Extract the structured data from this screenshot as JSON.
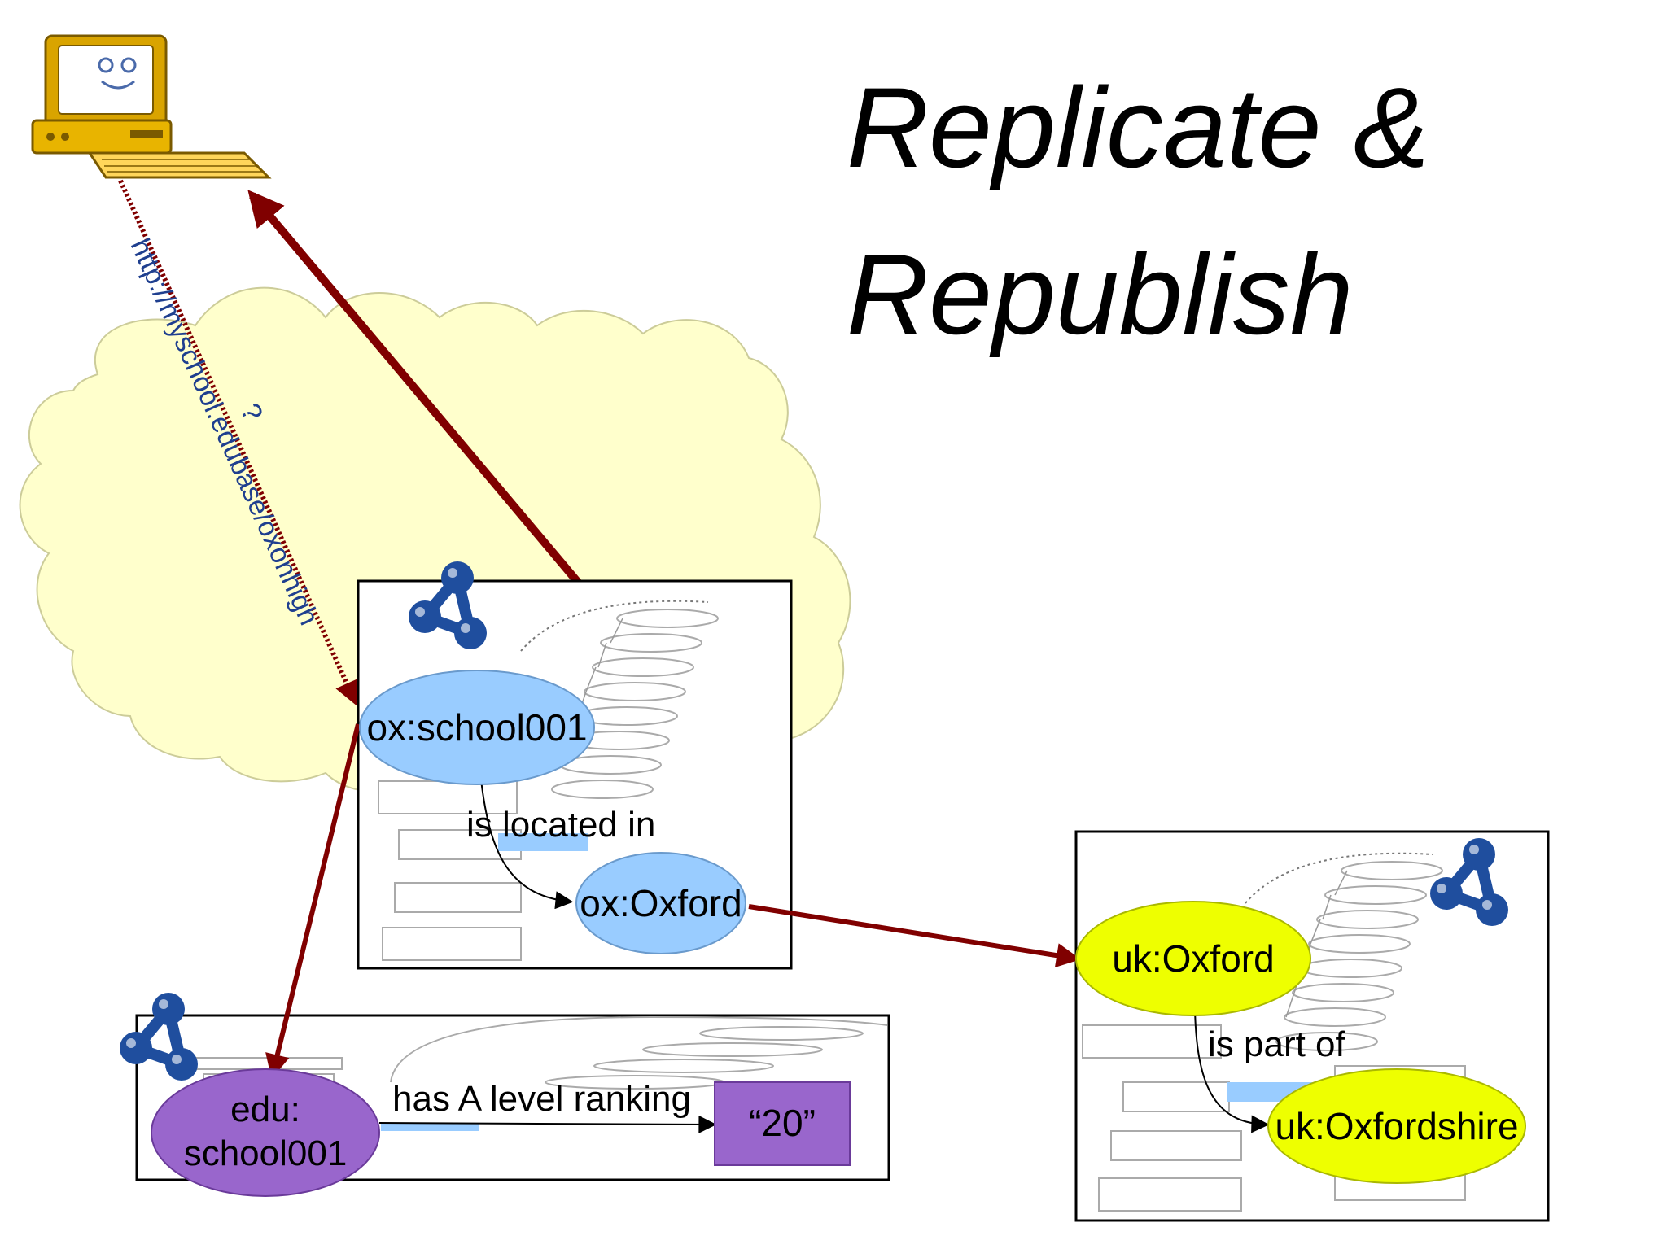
{
  "title": {
    "line1": "Replicate &",
    "line2": "Republish"
  },
  "url_label": {
    "line1": "http://myschool.edubase/oxonhigh",
    "line2": "?"
  },
  "nodes": {
    "ox_school": "ox:school001",
    "ox_oxford": "ox:Oxford",
    "edu_school": {
      "line1": "edu:",
      "line2": "school001"
    },
    "value_20": "“20”",
    "uk_oxford": "uk:Oxford",
    "uk_oxfordshire": "uk:Oxfordshire"
  },
  "edges": {
    "located_in": "is located in",
    "a_level_ranking": "has A level ranking",
    "part_of": "is part of"
  },
  "colors": {
    "cloud": "#ffffcc",
    "ox_node": "#99ccff",
    "edu_node": "#9966cc",
    "uk_node": "#eeff00",
    "arrow": "#800000",
    "semantic_web_icon": "#1f4e9e"
  },
  "icons": [
    "computer-icon",
    "semantic-web-icon"
  ]
}
